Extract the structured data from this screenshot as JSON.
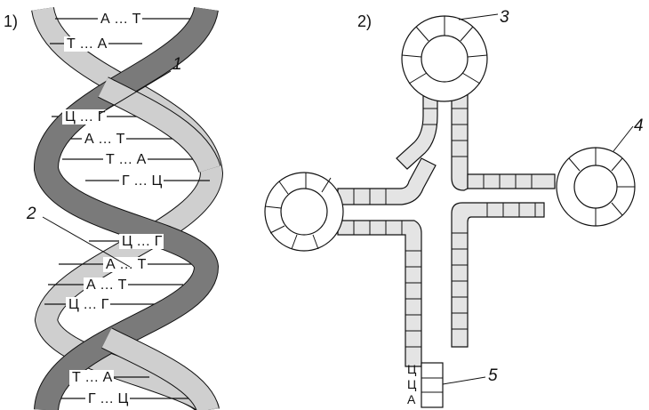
{
  "panels": {
    "left": "1)",
    "right": "2)"
  },
  "dna": {
    "pairs": [
      "А … Т",
      "Т … А",
      "Ц … Г",
      "А … Т",
      "Т … А",
      "Г … Ц",
      "Ц … Г",
      "А … Т",
      "А … Т",
      "Ц … Г",
      "Т … А",
      "Г … Ц"
    ],
    "callouts": [
      "1",
      "2"
    ]
  },
  "trna": {
    "callouts": [
      "3",
      "4",
      "5"
    ],
    "acceptor_bases": [
      "Ц",
      "Ц",
      "А"
    ]
  },
  "colors": {
    "dark_strand": "#7a7a7a",
    "light_strand": "#cfcfcf",
    "trna_fill": "#e4e4e4",
    "outline": "#111111"
  }
}
